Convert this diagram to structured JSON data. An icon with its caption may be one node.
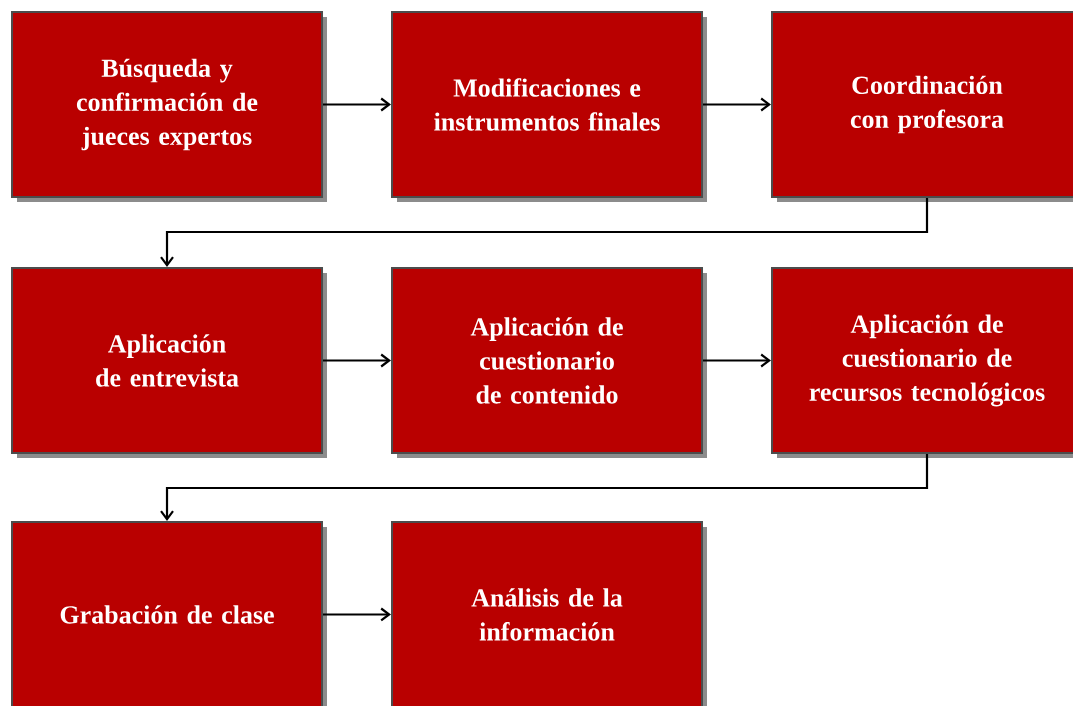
{
  "diagram": {
    "nodes": [
      {
        "text": [
          "Búsqueda y confirmación de jueces expertos"
        ]
      },
      {
        "text": [
          "Modificaciones e instrumentos finales"
        ]
      },
      {
        "text": [
          "Coordinación con profesora"
        ]
      },
      {
        "text": [
          "Aplicación de entrevista"
        ]
      },
      {
        "text": [
          "Aplicación de cuestionario de contenido"
        ]
      },
      {
        "text": [
          "Aplicación de cuestionario de recursos tecnológicos"
        ]
      },
      {
        "text": [
          "Grabación de clase"
        ]
      },
      {
        "text": [
          "Análisis de la información"
        ]
      }
    ],
    "edges": [
      {
        "from": 0,
        "to": 1,
        "arrow": "to"
      },
      {
        "from": 1,
        "to": 2,
        "arrow": "to"
      },
      {
        "from": 2,
        "to": 3,
        "arrow": "to"
      },
      {
        "from": 3,
        "to": 4,
        "arrow": "to"
      },
      {
        "from": 4,
        "to": 5,
        "arrow": "to"
      },
      {
        "from": 5,
        "to": 6,
        "arrow": "to"
      },
      {
        "from": 6,
        "to": 7,
        "arrow": "to"
      }
    ]
  }
}
